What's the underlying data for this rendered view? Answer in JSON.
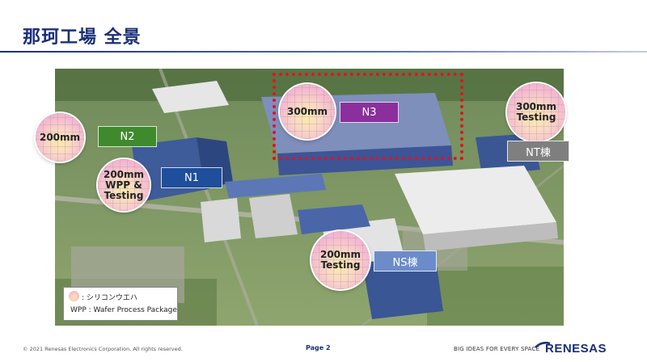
{
  "slide": {
    "title": "那珂工場 全景",
    "page_label": "Page 2",
    "copyright": "© 2021 Renesas Electronics Corporation. All rights reserved.",
    "slogan": "BIG IDEAS FOR EVERY SPACE",
    "logo_text": "RENESAS"
  },
  "wafers": [
    {
      "id": "w-200mm",
      "text": "200mm"
    },
    {
      "id": "w-200mm-wpp",
      "text": "200mm\nWPP &\nTesting"
    },
    {
      "id": "w-300mm",
      "text": "300mm"
    },
    {
      "id": "w-300mm-testing",
      "text": "300mm\nTesting"
    },
    {
      "id": "w-200mm-testing",
      "text": "200mm\nTesting"
    }
  ],
  "buildings": [
    {
      "id": "b-n2",
      "label": "N2",
      "color": "#3f8a2c"
    },
    {
      "id": "b-n1",
      "label": "N1",
      "color": "#1f4e9a"
    },
    {
      "id": "b-n3",
      "label": "N3",
      "color": "#8a2f9c"
    },
    {
      "id": "b-nt",
      "label": "NT棟",
      "color": "#7f7f7f"
    },
    {
      "id": "b-ns",
      "label": "NS棟",
      "color": "#6c8cc9"
    }
  ],
  "legend": {
    "wafer_desc": ": シリコンウエハ",
    "wpp_desc": "WPP : Wafer Process Package"
  },
  "colors": {
    "title": "#1a2f7a",
    "highlight": "#e0141e"
  }
}
